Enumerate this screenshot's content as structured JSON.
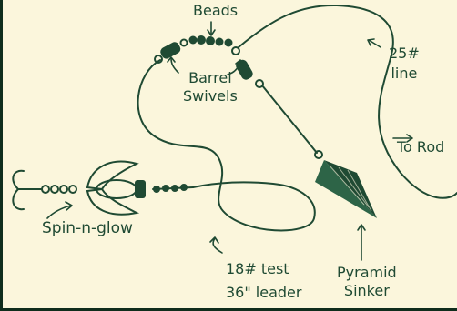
{
  "labels": {
    "beads": "Beads",
    "barrel_swivels_line1": "Barrel",
    "barrel_swivels_line2": "Swivels",
    "line_weight": "25#",
    "line_word": "line",
    "to_rod": "To Rod",
    "spin_n_glow": "Spin-n-glow",
    "leader_test": "18# test",
    "leader_length": "36\" leader",
    "pyramid": "Pyramid",
    "sinker": "Sinker"
  },
  "colors": {
    "ink": "#1f4a33",
    "paper": "#fbf6dc",
    "frame": "#0f2d1c"
  }
}
